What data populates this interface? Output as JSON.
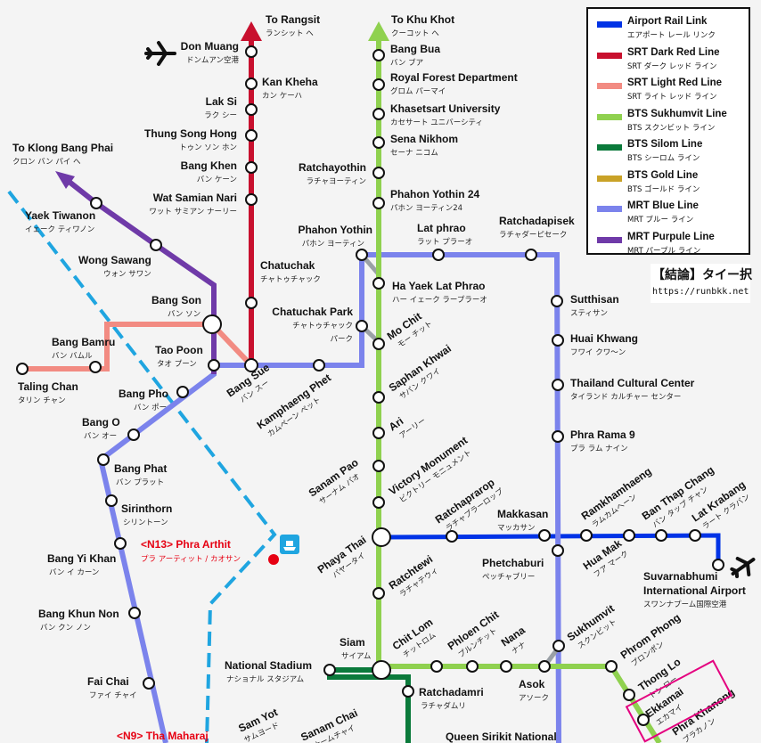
{
  "colors": {
    "airport": "#0033e6",
    "dark_red": "#c8102e",
    "light_red": "#f28b82",
    "sukhumvit": "#8fd14f",
    "silom": "#0b7a3b",
    "gold": "#c9a227",
    "blue": "#7b83ec",
    "purple": "#6f3aa8",
    "chao_phraya": "#1fa5e0",
    "highlight": "#e4007f"
  },
  "legend": [
    {
      "en": "Airport Rail Link",
      "jp": "エアポート レール リンク",
      "color": "#0033e6"
    },
    {
      "en": "SRT  Dark Red Line",
      "jp": "SRT ダーク レッド ライン",
      "color": "#c8102e"
    },
    {
      "en": "SRT Light Red Line",
      "jp": "SRT ライト レッド ライン",
      "color": "#f28b82"
    },
    {
      "en": "BTS Sukhumvit Line",
      "jp": "BTS スクンビット ライン",
      "color": "#8fd14f"
    },
    {
      "en": "BTS Silom Line",
      "jp": "BTS シーロム ライン",
      "color": "#0b7a3b"
    },
    {
      "en": "BTS Gold Line",
      "jp": "BTS ゴールド ライン",
      "color": "#c9a227"
    },
    {
      "en": "MRT Blue Line",
      "jp": "MRT ブルー ライン",
      "color": "#7b83ec"
    },
    {
      "en": "MRT Purpule Line",
      "jp": "MRT パープル ライン",
      "color": "#6f3aa8"
    }
  ],
  "logo": {
    "mark": "【結論】タイー択",
    "url": "https://runbkk.net"
  },
  "labels": {
    "to_rangsit": "To Rangsit",
    "to_rangsit_jp": "ランシット へ",
    "to_khu_khot": "To Khu Khot",
    "to_khu_khot_jp": "クーコット へ",
    "to_klong": "To Klong Bang Phai",
    "to_klong_jp": "クロン バン パイ へ",
    "don_muang": "Don Muang",
    "don_muang_jp": "ドンムアン空港",
    "kan_kheha": "Kan Kheha",
    "kan_kheha_jp": "カン ケーハ",
    "lak_si": "Lak Si",
    "lak_si_jp": "ラク シー",
    "thung_song_hong": "Thung Song Hong",
    "thung_song_hong_jp": "トゥン ソン ホン",
    "bang_khen": "Bang Khen",
    "bang_khen_jp": "バン ケーン",
    "wat_samian": "Wat Samian Nari",
    "wat_samian_jp": "ワット サミアン ナーリー",
    "chatuchak": "Chatuchak",
    "chatuchak_jp": "チャトゥチャック",
    "bang_bua": "Bang Bua",
    "bang_bua_jp": "バン ブア",
    "royal_forest": "Royal Forest Department",
    "royal_forest_jp": "グロム パーマイ",
    "kasetsart": "Khasetsart University",
    "kasetsart_jp": "カセサート ユニバーシティ",
    "sena_nikhom": "Sena Nikhom",
    "sena_nikhom_jp": "セーナ ニコム",
    "ratchayothin": "Ratchayothin",
    "ratchayothin_jp": "ラチャヨーティン",
    "phahon24": "Phahon Yothin 24",
    "phahon24_jp": "パホン ヨーティン24",
    "phahon": "Phahon Yothin",
    "phahon_jp": "パホン ヨーティン",
    "lat_phrao": "Lat phrao",
    "lat_phrao_jp": "ラット プラーオ",
    "ratchadapisek": "Ratchadapisek",
    "ratchadapisek_jp": "ラチャダーピセーク",
    "ha_yaek": "Ha Yaek Lat Phrao",
    "ha_yaek_jp": "ハー イェーク ラープラーオ",
    "chatuchak_park": "Chatuchak Park",
    "chatuchak_park_jp1": "チャトゥチャック",
    "chatuchak_park_jp2": "パーク",
    "mo_chit": "Mo Chit",
    "mo_chit_jp": "モー チット",
    "saphan_khwai": "Saphan Khwai",
    "saphan_khwai_jp": "サパン クワイ",
    "ari": "Ari",
    "ari_jp": "アーリー",
    "victory": "Victory Monument",
    "victory_jp": "ビクトリー モニュメント",
    "sanam_pao": "Sanam Pao",
    "sanam_pao_jp": "サーナム パオ",
    "phaya_thai": "Phaya Thai",
    "phaya_thai_jp": "パヤータイ",
    "ratchathewi": "Ratchtewi",
    "ratchathewi_jp": "ラチャテウィ",
    "siam": "Siam",
    "siam_jp": "サイアム",
    "national_stadium": "National Stadium",
    "national_stadium_jp": "ナショナル スタジアム",
    "ratchadamri": "Ratchadamri",
    "ratchadamri_jp": "ラチャダムリ",
    "chit_lom": "Chit Lom",
    "chit_lom_jp": "チットロム",
    "phloen_chit": "Phloen Chit",
    "phloen_chit_jp": "プルンチット",
    "nana": "Nana",
    "nana_jp": "ナナ",
    "asok": "Asok",
    "asok_jp": "アソーク",
    "sukhumvit": "Sukhumvit",
    "sukhumvit_jp": "スクンビット",
    "phrom_phong": "Phrom Phong",
    "phrom_phong_jp": "プロンポン",
    "thong_lo": "Thong Lo",
    "thong_lo_jp": "トン ロー",
    "ekkamai": "Ekkamai",
    "ekkamai_jp": "エカマイ",
    "phra_khanong": "Phra Khanong",
    "phra_khanong_jp": "プラカノン",
    "makkasan": "Makkasan",
    "makkasan_jp": "マッカサン",
    "phetchaburi": "Phetchaburi",
    "phetchaburi_jp": "ペッチャブリー",
    "ratchaprarop": "Ratchaprarop",
    "ratchaprarop_jp": "ラチャプラーロップ",
    "ramkhamhaeng": "Ramkhamhaeng",
    "ramkhamhaeng_jp": "ラムカムヘーン",
    "hua_mak": "Hua Mak",
    "hua_mak_jp": "フア マーク",
    "ban_thap_chang": "Ban Thap Chang",
    "ban_thap_chang_jp": "バン タップ チャン",
    "lat_krabang": "Lat Krabang",
    "lat_krabang_jp": "ラート クラバン",
    "suvarnabhumi1": "Suvarnabhumi",
    "suvarnabhumi2": "International Airport",
    "suvarnabhumi_jp": "スワンナプーム国際空港",
    "sutthisan": "Sutthisan",
    "sutthisan_jp": "スティサン",
    "huai_khwang": "Huai Khwang",
    "huai_khwang_jp": "フワイ クワ～ン",
    "thai_cultural": "Thailand Cultural Center",
    "thai_cultural_jp": "タイランド カルチャー センター",
    "phra_rama9": "Phra Rama 9",
    "phra_rama9_jp": "プラ ラム ナイン",
    "yaek_tiwanon": "Yaek Tiwanon",
    "yaek_tiwanon_jp": "イェーク ティワノン",
    "wong_sawang": "Wong Sawang",
    "wong_sawang_jp": "ウォン サワン",
    "bang_son": "Bang Son",
    "bang_son_jp": "バン ソン",
    "bang_bamru": "Bang Bamru",
    "bang_bamru_jp": "バン バムル",
    "taling_chan": "Taling Chan",
    "taling_chan_jp": "タリン チャン",
    "tao_poon": "Tao Poon",
    "tao_poon_jp": "タオ プーン",
    "bang_sue": "Bang Sue",
    "bang_sue_jp": "バン スー",
    "kamphaeng_phet": "Kamphaeng Phet",
    "kamphaeng_phet_jp": "カムペーン ペット",
    "bang_pho": "Bang Pho",
    "bang_pho_jp": "バン ポー",
    "bang_o": "Bang O",
    "bang_o_jp": "バン オー",
    "bang_phat": "Bang Phat",
    "bang_phat_jp": "バン プラット",
    "sirinthorn": "Sirinthorn",
    "sirinthorn_jp": "シリントーン",
    "bang_yi_khan": "Bang Yi Khan",
    "bang_yi_khan_jp": "バン イ カーン",
    "bang_khun_non": "Bang Khun Non",
    "bang_khun_non_jp": "バン クン ノン",
    "fai_chai": "Fai Chai",
    "fai_chai_jp": "ファイ チャイ",
    "phra_arthit": "<N13> Phra Arthit",
    "phra_arthit_jp": "プラ アーティット / カオサン",
    "tha_maharaj": "<N9> Tha Maharaj",
    "sam_yot": "Sam Yot",
    "sam_yot_jp": "サムヨード",
    "sanam_chai": "Sanam Chai",
    "sanam_chai_jp": "サナームチャイ",
    "queen_sirikit": "Queen Sirikit National"
  }
}
